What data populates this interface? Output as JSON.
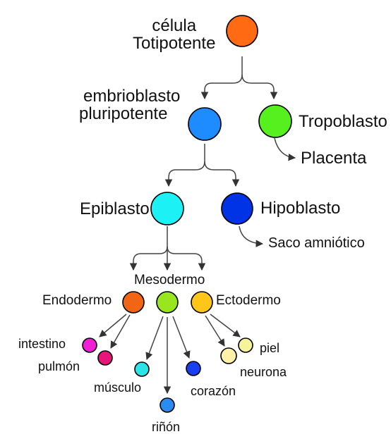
{
  "diagram": {
    "nodes": [
      {
        "id": "totipotente",
        "lines": [
          "célula",
          "Totipotente"
        ],
        "color": "#FF6A13"
      },
      {
        "id": "embrioblasto",
        "lines": [
          "embrioblasto",
          "pluripotente"
        ],
        "color": "#1E8BFF"
      },
      {
        "id": "tropoblasto",
        "label": "Tropoblasto",
        "color": "#55F01E"
      },
      {
        "id": "placenta",
        "label": "Placenta"
      },
      {
        "id": "epiblasto",
        "label": "Epiblasto",
        "color": "#1CF2F6"
      },
      {
        "id": "hipoblasto",
        "label": "Hipoblasto",
        "color": "#0033E6"
      },
      {
        "id": "saco",
        "label": "Saco amniótico"
      },
      {
        "id": "mesodermo",
        "label": "Mesodermo",
        "color": "#99E61E"
      },
      {
        "id": "endodermo",
        "label": "Endodermo",
        "color": "#F26515"
      },
      {
        "id": "ectodermo",
        "label": "Ectodermo",
        "color": "#FFC61A"
      },
      {
        "id": "intestino",
        "label": "intestino",
        "color": "#F020D6"
      },
      {
        "id": "pulmon",
        "label": "pulmón",
        "color": "#E8157A"
      },
      {
        "id": "musculo",
        "label": "músculo",
        "color": "#2CE3E8"
      },
      {
        "id": "rinon",
        "label": "riñón",
        "color": "#2A8CF0"
      },
      {
        "id": "corazon",
        "label": "corazón",
        "color": "#1A3FF0"
      },
      {
        "id": "neurona",
        "label": "neurona",
        "color": "#FFF1A8"
      },
      {
        "id": "piel",
        "label": "piel",
        "color": "#F6F49A"
      }
    ]
  }
}
